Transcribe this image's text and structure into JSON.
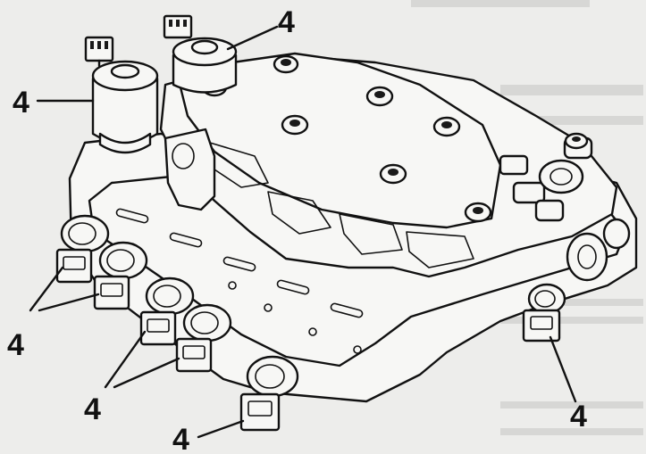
{
  "callouts": [
    {
      "id": "top-right",
      "label": "4"
    },
    {
      "id": "left-upper",
      "label": "4"
    },
    {
      "id": "left-solenoids",
      "label": "4"
    },
    {
      "id": "middle-solenoids",
      "label": "4"
    },
    {
      "id": "bottom-solenoid",
      "label": "4"
    },
    {
      "id": "right-solenoid",
      "label": "4"
    }
  ],
  "colors": {
    "background": "#ededeb",
    "ink": "#111111",
    "part_fill": "#f7f7f5"
  }
}
